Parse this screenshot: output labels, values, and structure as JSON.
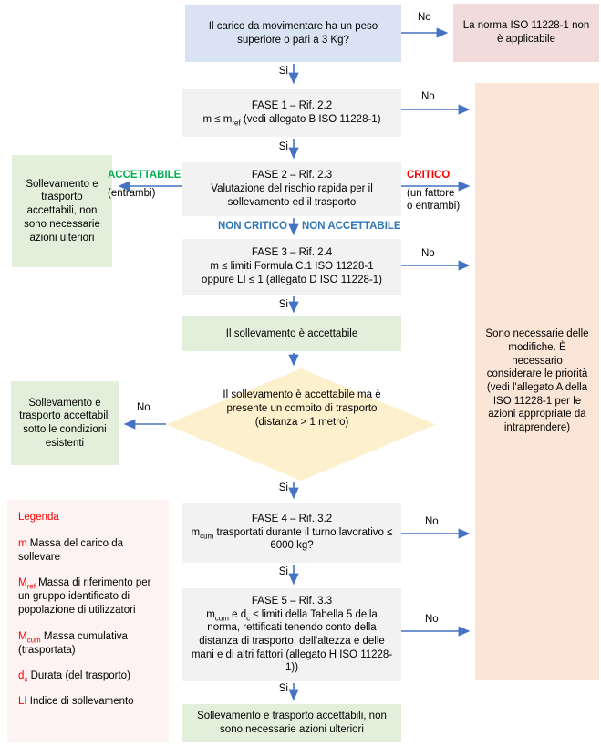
{
  "colors": {
    "arrow_blue": "#4472c4",
    "box_blue": "#dae3f3",
    "box_pink": "#f1dcdb",
    "box_gray": "#f2f2f2",
    "box_green": "#e2efda",
    "box_orange": "#fbe5d6",
    "diamond_yellow": "#fdf0cd",
    "legend_bg": "#fdf3f2",
    "label_green": "#00b050",
    "label_red": "#ff0000",
    "label_blue": "#2e75b6"
  },
  "flow": {
    "q_weight": {
      "text": "Il carico da movimentare ha un peso superiore o pari a 3 Kg?"
    },
    "norma_na": {
      "text": "La norma ISO 11228-1 non è applicabile"
    },
    "fase1": {
      "title": "FASE 1 – Rif. 2.2",
      "pre": "m ≤ m",
      "sub": "ref",
      "post": " (vedi allegato B ISO 11228-1)"
    },
    "fase2": {
      "title": "FASE 2 – Rif. 2.3",
      "body": "Valutazione del rischio rapida per il sollevamento ed il trasporto"
    },
    "fase3": {
      "title": "FASE 3 – Rif. 2.4",
      "line2": "m ≤ limiti Formula C.1 ISO 11228-1",
      "line3": "oppure LI ≤ 1 (allegato D ISO 11228-1)"
    },
    "green_lift_ok": {
      "text": "Il sollevamento è accettabile"
    },
    "diamond": {
      "text": "Il sollevamento è accettabile ma è presente un compito di trasporto (distanza > 1 metro)"
    },
    "left_green_top": {
      "text": "Sollevamento e trasporto accettabili, non sono necessarie azioni ulteriori"
    },
    "left_green_mid": {
      "text": "Sollevamento e trasporto accettabili sotto le condizioni esistenti"
    },
    "fase4": {
      "title": "FASE 4 – Rif. 3.2",
      "pre": "m",
      "sub": "cum",
      "post": " trasportati durante il turno lavorativo ≤ 6000 kg?"
    },
    "fase5": {
      "title": "FASE 5 – Rif. 3.3",
      "pre": "m",
      "sub1": "cum",
      "mid": " e d",
      "sub2": "c",
      "post": " ≤ limiti della Tabella 5 della norma, rettificati tenendo conto della distanza di trasporto, dell'altezza e delle mani e di altri fattori (allegato H ISO 11228-1))"
    },
    "green_bottom": {
      "text": "Sollevamento e trasporto accettabili, non sono necessarie azioni ulteriori"
    },
    "orange_box": {
      "text": "Sono necessarie delle modifiche. È necessario considerare le priorità (vedi l'allegato A della ISO 11228-1 per le azioni appropriate da intraprendere)"
    }
  },
  "labels": {
    "no": "No",
    "si": "Si",
    "accettabile": "ACCETTABILE",
    "entrambi": "(entrambi)",
    "critico": "CRITICO",
    "critico_sub1": "(un fattore",
    "critico_sub2": "o entrambi)",
    "non_critico": "NON CRITICO",
    "non_accettabile": "NON ACCETTABILE"
  },
  "legend": {
    "title": "Legenda",
    "items": [
      {
        "term": "m",
        "sub": "",
        "desc": " Massa del carico da sollevare"
      },
      {
        "term": "M",
        "sub": "ref",
        "desc": " Massa di riferimento per un gruppo identificato di popolazione di utilizzatori"
      },
      {
        "term": "M",
        "sub": "cum",
        "desc": " Massa cumulativa (trasportata)"
      },
      {
        "term": "d",
        "sub": "c",
        "desc": " Durata (del trasporto)"
      },
      {
        "term": "LI",
        "sub": "",
        "desc": " Indice di sollevamento"
      }
    ]
  }
}
